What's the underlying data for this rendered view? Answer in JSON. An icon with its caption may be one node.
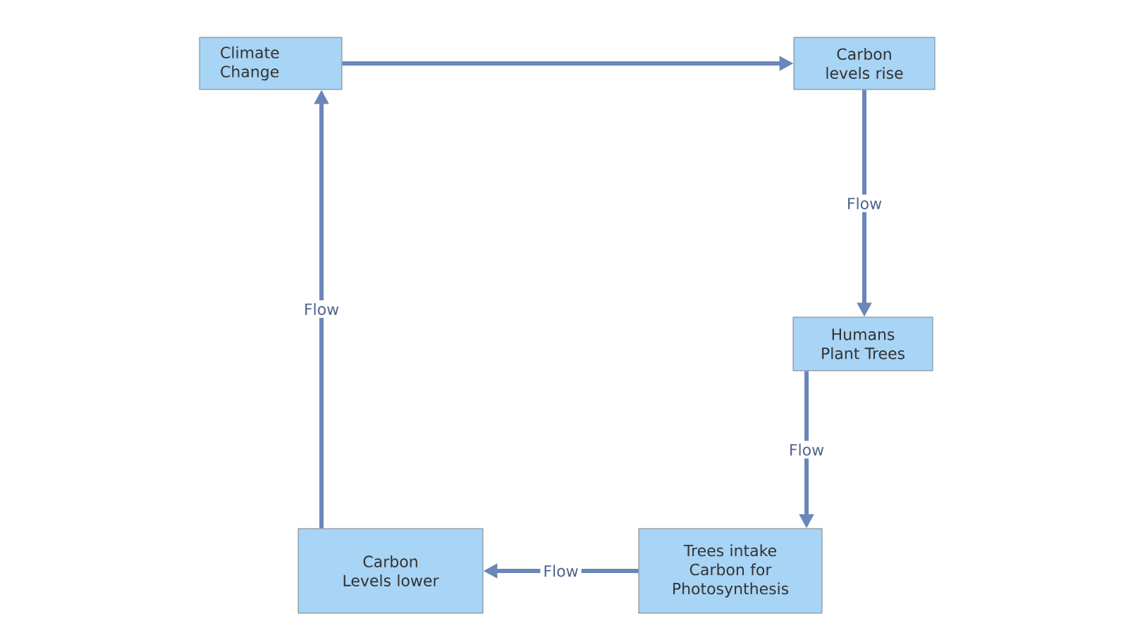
{
  "diagram": {
    "nodes": [
      {
        "text": [
          "Climate Change"
        ]
      },
      {
        "text": [
          "Carbon levels rise"
        ]
      },
      {
        "text": [
          "Humans Plant Trees"
        ]
      },
      {
        "text": [
          "Trees intake Carbon for Photosynthesis"
        ]
      },
      {
        "text": [
          "Carbon Levels lower"
        ]
      }
    ],
    "edges": [
      {
        "from": 0,
        "to": 1,
        "arrow": "to"
      },
      {
        "from": 1,
        "to": 2,
        "arrow": "to",
        "label": "Flow"
      },
      {
        "from": 2,
        "to": 3,
        "arrow": "to",
        "label": "Flow"
      },
      {
        "from": 3,
        "to": 4,
        "arrow": "to",
        "label": "Flow"
      },
      {
        "from": 4,
        "to": 0,
        "arrow": "to",
        "label": "Flow"
      }
    ]
  }
}
